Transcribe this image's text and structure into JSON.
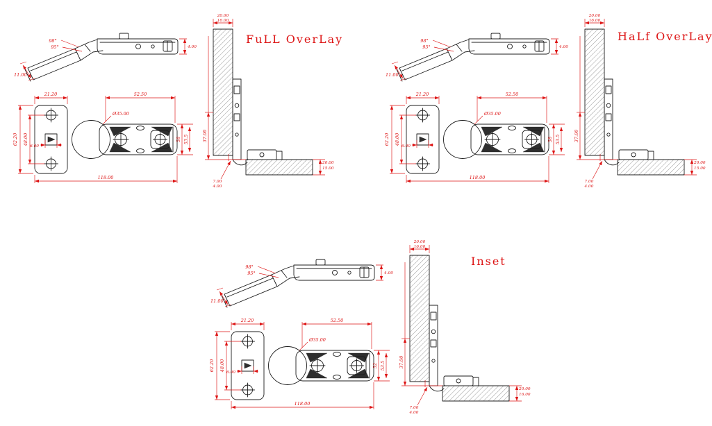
{
  "colors": {
    "dimension": "#dd1414",
    "drawing": "#1c1c1c"
  },
  "diagrams": [
    {
      "id": "full-overlay",
      "title": "FuLL OverLay",
      "side_view": {
        "angle_open": "98°",
        "angle_closed": "95°",
        "cup_depth": "11.00",
        "arm_height": "4.00"
      },
      "plan_view": {
        "plate_width": "21.20",
        "arm_length": "52.50",
        "cup_diameter": "Ø35.00",
        "plate_height": "62.20",
        "hole_spacing": "48.00",
        "cup_offset": "6.00",
        "right_outer": "58",
        "right_inner": "53.5",
        "total_length": "118.00"
      },
      "section_view": {
        "panel_max": "20.00",
        "panel_min": "16.00",
        "plate_drop": "37.00",
        "door_max": "20.00",
        "door_min": "15.00",
        "gap_max": "7.00",
        "gap_min": "4.00"
      }
    },
    {
      "id": "half-overlay",
      "title": "HaLf OverLay",
      "side_view": {
        "angle_open": "98°",
        "angle_closed": "95°",
        "cup_depth": "11.00",
        "arm_height": "4.00"
      },
      "plan_view": {
        "plate_width": "21.20",
        "arm_length": "52.50",
        "cup_diameter": "Ø35.00",
        "plate_height": "62.20",
        "hole_spacing": "48.00",
        "cup_offset": "6.00",
        "right_outer": "58",
        "right_inner": "53.5",
        "total_length": "118.00"
      },
      "section_view": {
        "panel_max": "20.00",
        "panel_min": "16.00",
        "plate_drop": "37.00",
        "door_max": "20.00",
        "door_min": "15.00",
        "gap_max": "7.00",
        "gap_min": "4.00"
      }
    },
    {
      "id": "inset",
      "title": "Inset",
      "side_view": {
        "angle_open": "98°",
        "angle_closed": "95°",
        "cup_depth": "11.00",
        "arm_height": "4.00"
      },
      "plan_view": {
        "plate_width": "21.20",
        "arm_length": "52.50",
        "cup_diameter": "Ø35.00",
        "plate_height": "62.20",
        "hole_spacing": "48.00",
        "cup_offset": "6.00",
        "right_outer": "52",
        "right_inner": "53.5",
        "total_length": "118.00"
      },
      "section_view": {
        "panel_max": "20.00",
        "panel_min": "16.00",
        "plate_drop": "37.00",
        "door_max": "20.00",
        "door_min": "16.00",
        "gap_max": "7.00",
        "gap_min": "4.00"
      }
    }
  ]
}
